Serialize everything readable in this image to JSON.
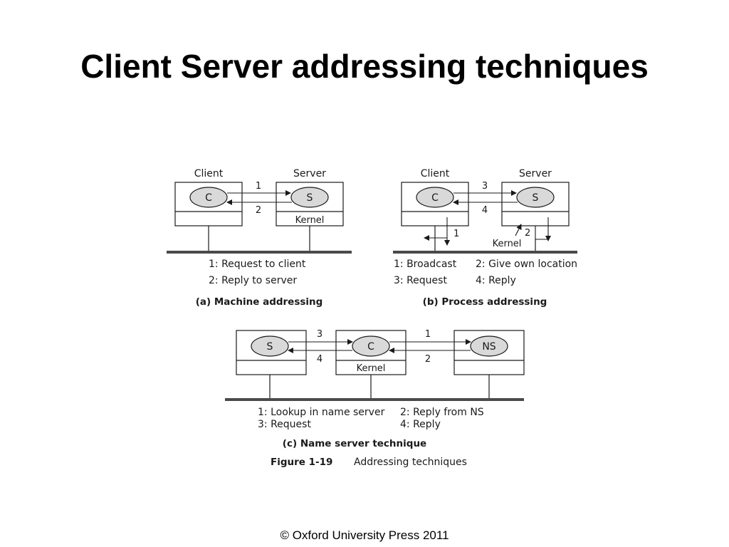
{
  "slide": {
    "title": "Client Server addressing techniques",
    "copyright": "© Oxford University Press 2011"
  },
  "figure": {
    "panel_a": {
      "client_label": "Client",
      "server_label": "Server",
      "client_node": "C",
      "server_node": "S",
      "kernel_label": "Kernel",
      "arrow_top_label": "1",
      "arrow_bottom_label": "2",
      "legend": [
        "1: Request to client",
        "2: Reply to server"
      ],
      "caption": "(a) Machine addressing"
    },
    "panel_b": {
      "client_label": "Client",
      "server_label": "Server",
      "client_node": "C",
      "server_node": "S",
      "kernel_label": "Kernel",
      "arrow_top_label": "3",
      "arrow_bottom_label": "4",
      "broadcast_label": "1",
      "location_label": "2",
      "legend": [
        "1: Broadcast",
        "2: Give own location",
        "3: Request",
        "4: Reply"
      ],
      "caption": "(b) Process addressing"
    },
    "panel_c": {
      "server_node": "S",
      "client_node": "C",
      "ns_node": "NS",
      "kernel_label": "Kernel",
      "left_top_label": "3",
      "left_bottom_label": "4",
      "right_top_label": "1",
      "right_bottom_label": "2",
      "legend": [
        "1: Lookup in name server",
        "2: Reply from NS",
        "3: Request",
        "4: Reply"
      ],
      "caption": "(c) Name server technique"
    },
    "figure_number": "Figure 1-19",
    "figure_caption": "Addressing techniques"
  }
}
